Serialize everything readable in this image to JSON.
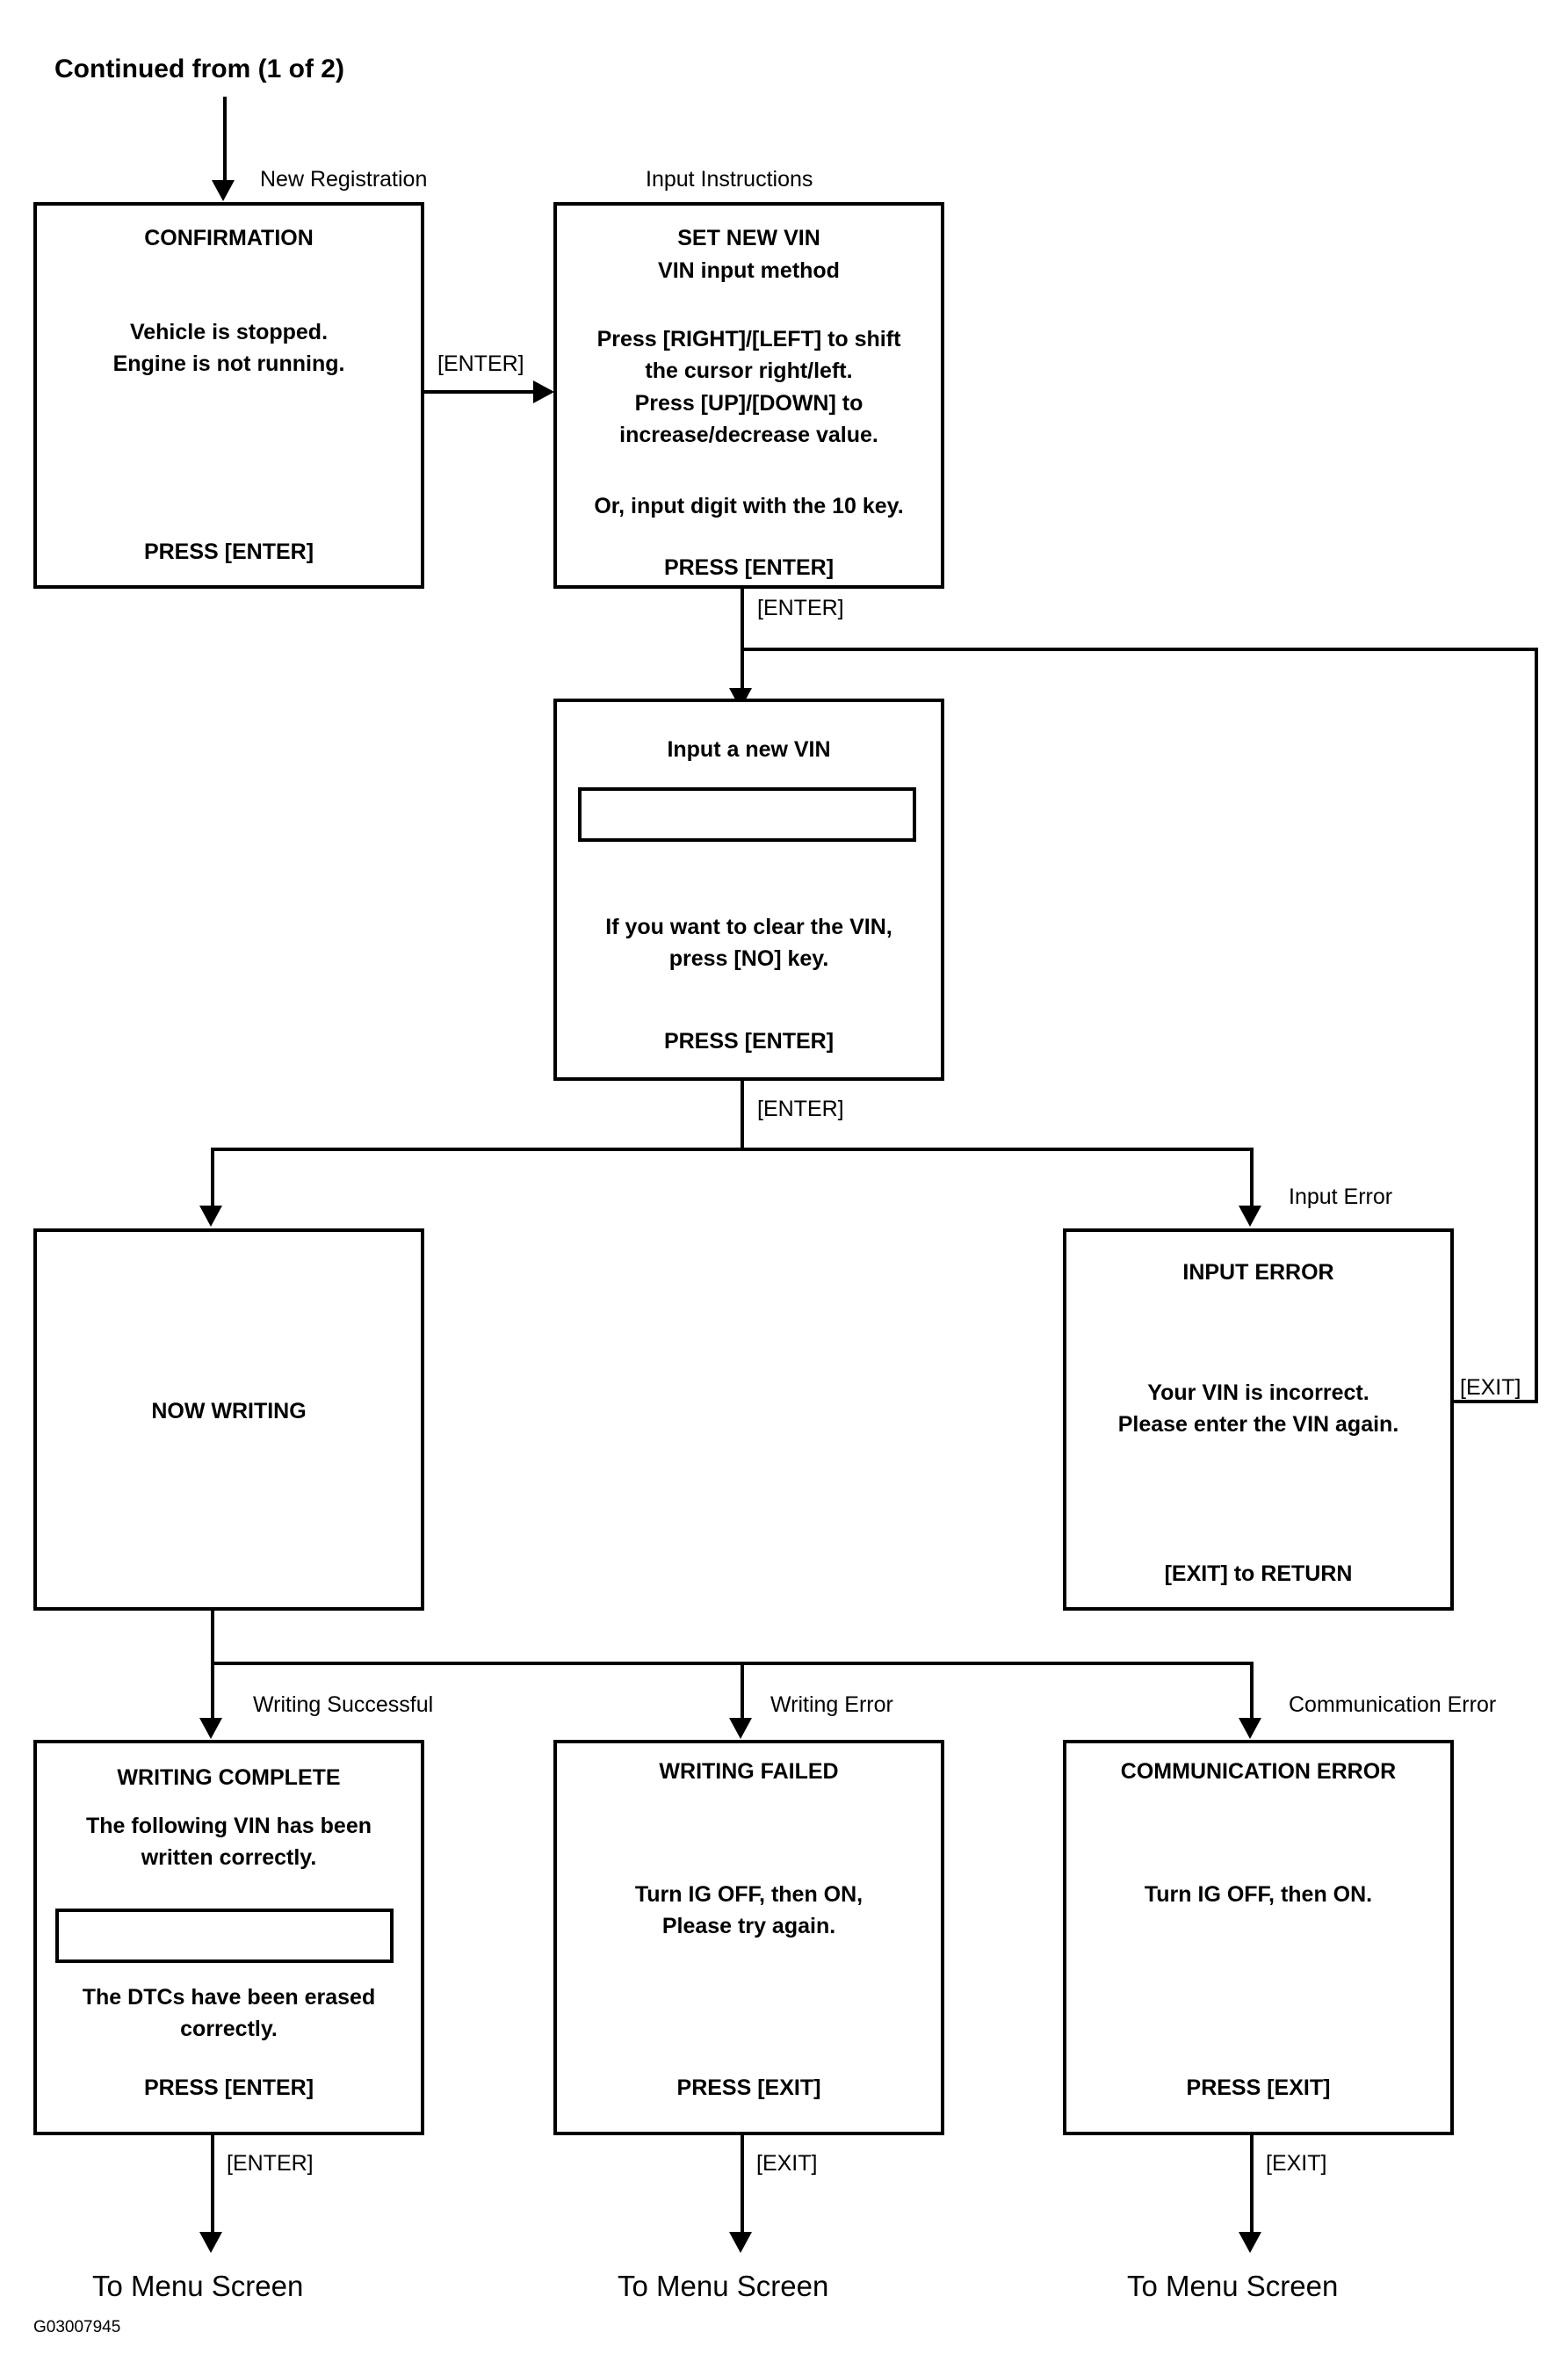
{
  "diagram": {
    "header": "Continued from (1 of 2)",
    "footer_code": "G03007945",
    "labels": {
      "new_registration": "New Registration",
      "input_instructions": "Input Instructions",
      "input_error": "Input Error",
      "writing_successful": "Writing Successful",
      "writing_error": "Writing Error",
      "communication_error": "Communication Error"
    },
    "edges": {
      "enter_1": "[ENTER]",
      "enter_2": "[ENTER]",
      "enter_3": "[ENTER]",
      "exit_return": "[EXIT]",
      "enter_complete": "[ENTER]",
      "exit_failed": "[EXIT]",
      "exit_comm": "[EXIT]"
    },
    "screens": {
      "confirmation": {
        "title": "CONFIRMATION",
        "body": "Vehicle is stopped.\nEngine is not running.",
        "prompt": "PRESS [ENTER]"
      },
      "set_new_vin": {
        "title": "SET NEW VIN",
        "subtitle": "VIN input method",
        "body1": "Press [RIGHT]/[LEFT] to shift\nthe cursor right/left.\nPress [UP]/[DOWN] to\nincrease/decrease value.",
        "body2": "Or, input digit with the 10 key.",
        "prompt": "PRESS [ENTER]"
      },
      "input_vin": {
        "title": "Input a new VIN",
        "field_value": "",
        "body": "If you want to clear the VIN,\npress [NO] key.",
        "prompt": "PRESS [ENTER]"
      },
      "now_writing": {
        "title": "NOW WRITING"
      },
      "input_error": {
        "title": "INPUT ERROR",
        "body": "Your VIN is incorrect.\nPlease enter the VIN again.",
        "prompt": "[EXIT] to RETURN"
      },
      "writing_complete": {
        "title": "WRITING COMPLETE",
        "body1": "The following VIN has been\nwritten correctly.",
        "field_value": "",
        "body2": "The DTCs have been erased\ncorrectly.",
        "prompt": "PRESS [ENTER]"
      },
      "writing_failed": {
        "title": "WRITING FAILED",
        "body": "Turn IG OFF, then ON,\nPlease try again.",
        "prompt": "PRESS [EXIT]"
      },
      "communication_error": {
        "title": "COMMUNICATION ERROR",
        "body": "Turn IG OFF, then ON.",
        "prompt": "PRESS [EXIT]"
      }
    },
    "terminals": {
      "menu_1": "To Menu Screen",
      "menu_2": "To Menu Screen",
      "menu_3": "To Menu Screen"
    }
  }
}
